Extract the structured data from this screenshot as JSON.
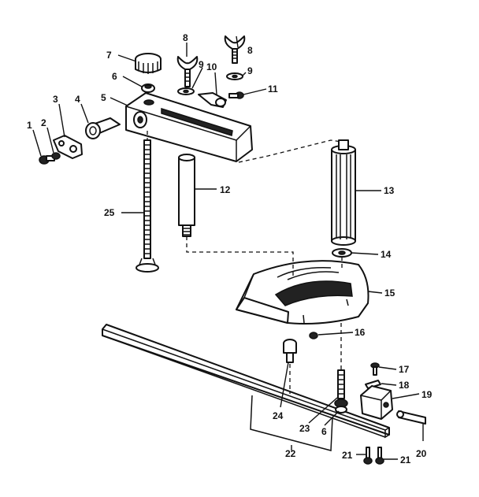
{
  "callouts": {
    "c1": "1",
    "c2": "2",
    "c3": "3",
    "c4": "4",
    "c5": "5",
    "c6a": "6",
    "c6b": "6",
    "c7": "7",
    "c8a": "8",
    "c8b": "8",
    "c9a": "9",
    "c9b": "9",
    "c10": "10",
    "c11": "11",
    "c12": "12",
    "c13": "13",
    "c14": "14",
    "c15": "15",
    "c16": "16",
    "c17": "17",
    "c18": "18",
    "c19": "19",
    "c20": "20",
    "c21a": "21",
    "c21b": "21",
    "c22": "22",
    "c23": "23",
    "c24": "24",
    "c25": "25"
  }
}
